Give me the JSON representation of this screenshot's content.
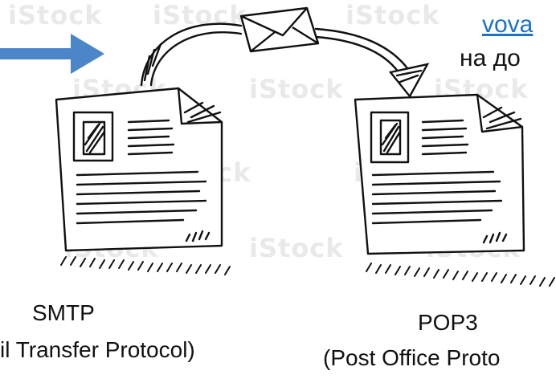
{
  "watermark_text": "iStock",
  "email": {
    "address_partial": "vova",
    "note_partial": "на до"
  },
  "sender": {
    "protocol": "SMTP",
    "full_name_partial": "il Transfer Protocol)"
  },
  "receiver": {
    "protocol": "POP3",
    "full_name_partial": "(Post Office Proto"
  },
  "colors": {
    "arrow": "#4a86c8",
    "link": "#1a73c7",
    "ink": "#111111"
  }
}
